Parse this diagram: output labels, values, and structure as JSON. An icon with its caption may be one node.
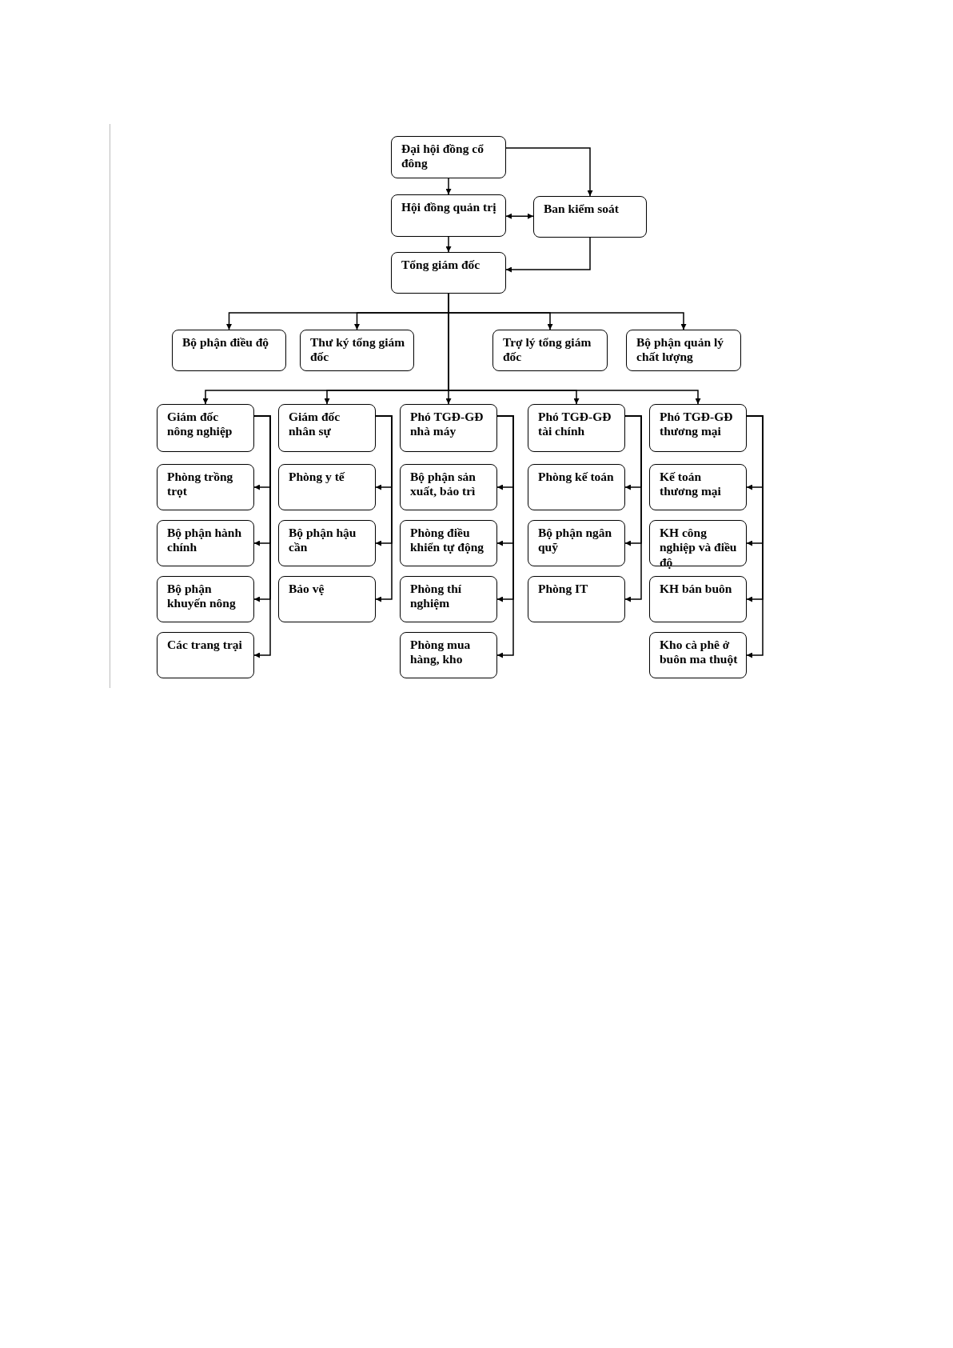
{
  "diagram": {
    "nodes": [
      {
        "text": [
          "Đại hội đồng cổ đông"
        ]
      },
      {
        "text": [
          "Hội đồng quản trị"
        ]
      },
      {
        "text": [
          "Ban kiểm soát"
        ]
      },
      {
        "text": [
          "Tổng giám đốc"
        ]
      },
      {
        "text": [
          "Bộ phận điều độ"
        ]
      },
      {
        "text": [
          "Thư ký tổng giám đốc"
        ]
      },
      {
        "text": [
          "Trợ lý tổng giám đốc"
        ]
      },
      {
        "text": [
          "Bộ phận quản lý chất lượng"
        ]
      },
      {
        "text": [
          "Giám đốc nông nghiệp"
        ]
      },
      {
        "text": [
          "Giám đốc nhân sự"
        ]
      },
      {
        "text": [
          "Phó TGĐ-GĐ nhà máy"
        ]
      },
      {
        "text": [
          "Phó TGĐ-GĐ tài chính"
        ]
      },
      {
        "text": [
          "Phó TGĐ-GĐ thương mại"
        ]
      },
      {
        "text": [
          "Phòng trồng trọt"
        ]
      },
      {
        "text": [
          "Bộ phận hành chính"
        ]
      },
      {
        "text": [
          "Bộ phận khuyến nông"
        ]
      },
      {
        "text": [
          "Các trang trại"
        ]
      },
      {
        "text": [
          "Phòng y tế"
        ]
      },
      {
        "text": [
          "Bộ phận hậu cần"
        ]
      },
      {
        "text": [
          "Bảo vệ"
        ]
      },
      {
        "text": [
          "Bộ phận sản xuất, bảo trì"
        ]
      },
      {
        "text": [
          "Phòng điều khiển tự động"
        ]
      },
      {
        "text": [
          "Phòng thí nghiệm"
        ]
      },
      {
        "text": [
          "Phòng mua hàng, kho"
        ]
      },
      {
        "text": [
          "Phòng kế toán"
        ]
      },
      {
        "text": [
          "Bộ phận ngân quỹ"
        ]
      },
      {
        "text": [
          "Phòng IT"
        ]
      },
      {
        "text": [
          "Kế toán thương mại"
        ]
      },
      {
        "text": [
          "KH công nghiệp và điều độ"
        ]
      },
      {
        "text": [
          "KH bán buôn"
        ]
      },
      {
        "text": [
          "Kho cà phê ở buôn ma thuột"
        ]
      }
    ],
    "edges": [
      {
        "from": 0,
        "to": 1,
        "arrow": "to"
      },
      {
        "from": 0,
        "to": 2,
        "arrow": "to"
      },
      {
        "from": 1,
        "to": 2,
        "arrow": "both"
      },
      {
        "from": 1,
        "to": 3,
        "arrow": "to"
      },
      {
        "from": 2,
        "to": 3,
        "arrow": "to"
      },
      {
        "from": 3,
        "to": 4,
        "arrow": "to"
      },
      {
        "from": 3,
        "to": 5,
        "arrow": "to"
      },
      {
        "from": 3,
        "to": 6,
        "arrow": "to"
      },
      {
        "from": 3,
        "to": 7,
        "arrow": "to"
      },
      {
        "from": 3,
        "to": 8,
        "arrow": "to"
      },
      {
        "from": 3,
        "to": 9,
        "arrow": "to"
      },
      {
        "from": 3,
        "to": 10,
        "arrow": "to"
      },
      {
        "from": 3,
        "to": 11,
        "arrow": "to"
      },
      {
        "from": 3,
        "to": 12,
        "arrow": "to"
      },
      {
        "from": 8,
        "to": 13,
        "arrow": "to"
      },
      {
        "from": 8,
        "to": 14,
        "arrow": "to"
      },
      {
        "from": 8,
        "to": 15,
        "arrow": "to"
      },
      {
        "from": 8,
        "to": 16,
        "arrow": "to"
      },
      {
        "from": 9,
        "to": 17,
        "arrow": "to"
      },
      {
        "from": 9,
        "to": 18,
        "arrow": "to"
      },
      {
        "from": 9,
        "to": 19,
        "arrow": "to"
      },
      {
        "from": 10,
        "to": 20,
        "arrow": "to"
      },
      {
        "from": 10,
        "to": 21,
        "arrow": "to"
      },
      {
        "from": 10,
        "to": 22,
        "arrow": "to"
      },
      {
        "from": 10,
        "to": 23,
        "arrow": "to"
      },
      {
        "from": 11,
        "to": 24,
        "arrow": "to"
      },
      {
        "from": 11,
        "to": 25,
        "arrow": "to"
      },
      {
        "from": 11,
        "to": 26,
        "arrow": "to"
      },
      {
        "from": 12,
        "to": 27,
        "arrow": "to"
      },
      {
        "from": 12,
        "to": 28,
        "arrow": "to"
      },
      {
        "from": 12,
        "to": 29,
        "arrow": "to"
      },
      {
        "from": 12,
        "to": 30,
        "arrow": "to"
      }
    ]
  }
}
